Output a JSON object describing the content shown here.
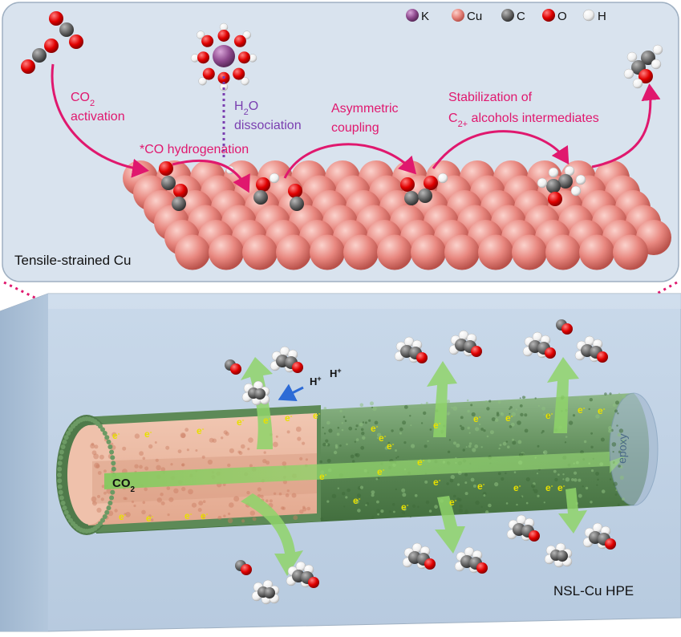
{
  "legend": {
    "items": [
      {
        "label": "K",
        "color": "#8e4a8e"
      },
      {
        "label": "Cu",
        "color": "#e8877f"
      },
      {
        "label": "C",
        "color": "#666666"
      },
      {
        "label": "O",
        "color": "#e00000"
      },
      {
        "label": "H",
        "color": "#f2f2f2"
      }
    ]
  },
  "top_panel": {
    "surface_label": "Tensile-strained Cu",
    "steps": {
      "co2_activation": {
        "line1_main": "CO",
        "line1_sub": "2",
        "line2": "activation"
      },
      "h2o_dissociation": {
        "line1_main": "H",
        "line1_sub": "2",
        "line1_tail": "O",
        "line2": "dissociation"
      },
      "co_hydrogenation": "*CO hydrogenation",
      "asymmetric_coupling": {
        "line1": "Asymmetric",
        "line2": "coupling"
      },
      "stabilization": {
        "line1": "Stabilization of",
        "line2_main": "C",
        "line2_sub": "2+",
        "line2_tail": " alcohols intermediates"
      }
    }
  },
  "bottom_panel": {
    "device_label": "NSL-Cu HPE",
    "co2_label": {
      "main": "CO",
      "sub": "2"
    },
    "proton_label": {
      "main": "H",
      "sup": "+"
    },
    "electron_label": {
      "main": "e",
      "sup": "-"
    },
    "epoxy_label": "epoxy"
  },
  "colors": {
    "panel_bg": "#d9e3ee",
    "panel_border": "#9fb0c2",
    "step_text": "#e0186e",
    "arrow_magenta": "#e0186e",
    "h2o_arrow": "#7a3fb0",
    "box_front": "#c5d6e8",
    "tube_outer": "#4f7a4a",
    "flow_green": "#8fd46a",
    "electron_yellow": "#e8e000"
  }
}
